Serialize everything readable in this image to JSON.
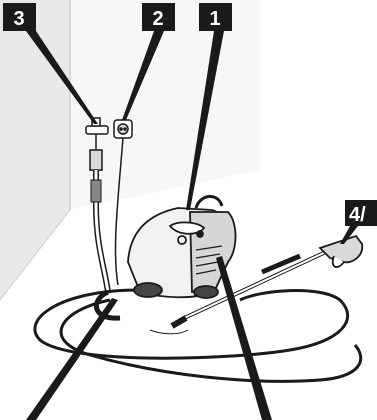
{
  "callouts": [
    {
      "id": "c1",
      "label": "1"
    },
    {
      "id": "c2",
      "label": "2"
    },
    {
      "id": "c3",
      "label": "3"
    },
    {
      "id": "c4",
      "label": "4/"
    }
  ],
  "colors": {
    "wall_shade": "#e7e7e7",
    "outline": "#1a1a1a",
    "label_bg": "#1a1a1a",
    "label_text": "#ffffff"
  }
}
